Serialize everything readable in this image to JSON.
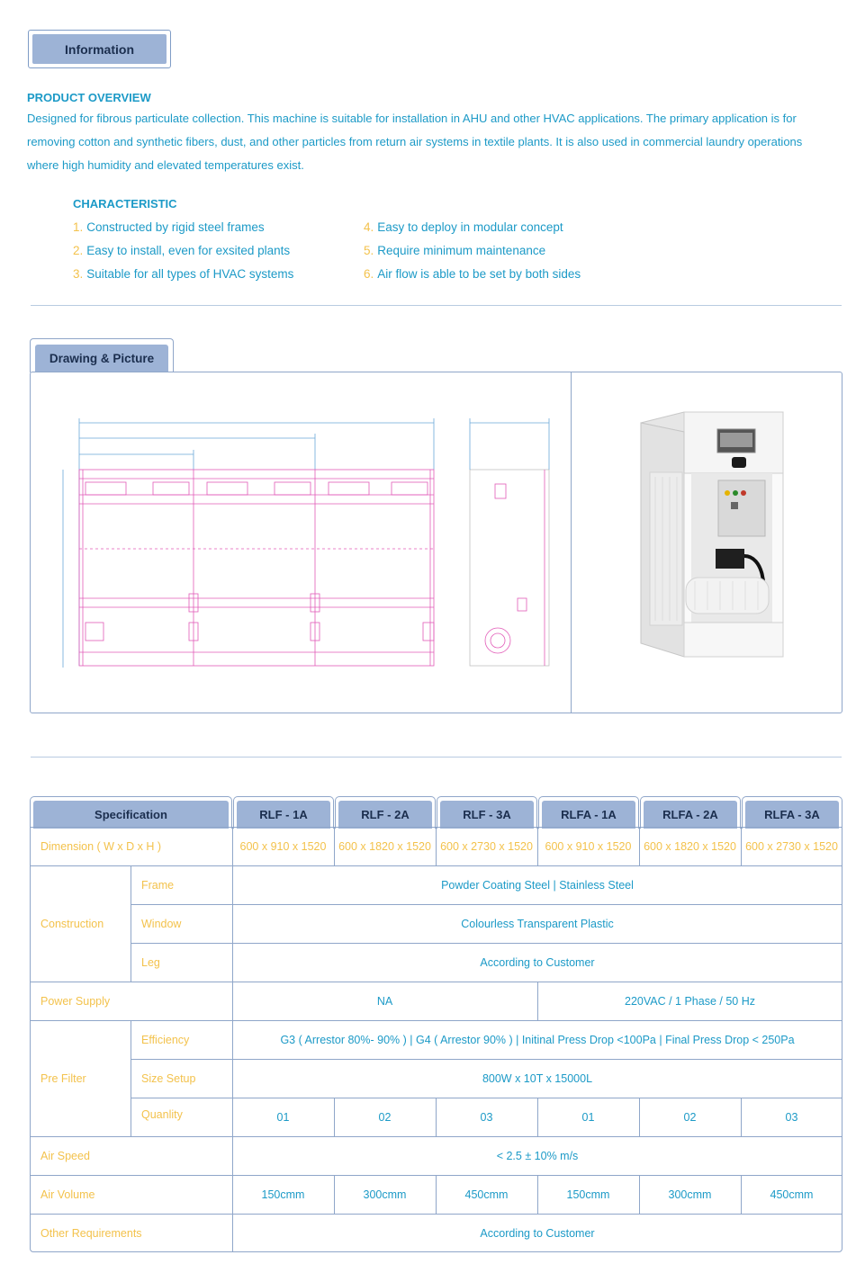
{
  "info_tab": "Information",
  "overview": {
    "title": "PRODUCT OVERVIEW",
    "lines": [
      "Designed for fibrous particulate collection. This machine is suitable for installation in AHU and other HVAC applications. The primary application is for",
      "removing cotton and synthetic fibers, dust, and other particles from return air systems in textile plants. It is also used in commercial laundry operations",
      "where high humidity and elevated temperatures exist."
    ]
  },
  "characteristic": {
    "title": "CHARACTERISTIC",
    "left": [
      {
        "num": "1.",
        "text": "Constructed by rigid steel frames"
      },
      {
        "num": "2.",
        "text": "Easy to install, even for exsited plants"
      },
      {
        "num": "3.",
        "text": "Suitable for all types of HVAC systems"
      }
    ],
    "right": [
      {
        "num": "4.",
        "text": "Easy to deploy in modular concept"
      },
      {
        "num": "5.",
        "text": "Require minimum maintenance"
      },
      {
        "num": "6.",
        "text": "Air flow is able to be set by both sides"
      }
    ]
  },
  "drawing_tab": "Drawing & Picture",
  "spec": {
    "header": "Specification",
    "models": [
      "RLF - 1A",
      "RLF - 2A",
      "RLF - 3A",
      "RLFA - 1A",
      "RLFA - 2A",
      "RLFA - 3A"
    ],
    "dimension_label": "Dimension ( W x D x H )",
    "dimensions": [
      "600 x 910 x 1520",
      "600 x 1820 x 1520",
      "600 x 2730 x 1520",
      "600 x 910 x 1520",
      "600 x 1820 x 1520",
      "600 x 2730 x 1520"
    ],
    "construction_label": "Construction",
    "frame_label": "Frame",
    "frame_value": "Powder Coating Steel | Stainless Steel",
    "window_label": "Window",
    "window_value": "Colourless Transparent Plastic",
    "leg_label": "Leg",
    "leg_value": "According to Customer",
    "power_label": "Power Supply",
    "power_rlf": "NA",
    "power_rlfa": "220VAC / 1 Phase / 50 Hz",
    "prefilter_label": "Pre Filter",
    "efficiency_label": "Efficiency",
    "efficiency_value": "G3 ( Arrestor 80%- 90% ) | G4 ( Arrestor 90% ) | Initinal Press Drop <100Pa | Final Press Drop < 250Pa",
    "size_label": "Size Setup",
    "size_value": "800W x 10T x 15000L",
    "quantity_label": "Quanlity",
    "quantities": [
      "01",
      "02",
      "03",
      "01",
      "02",
      "03"
    ],
    "airspeed_label": "Air Speed",
    "airspeed_value": "< 2.5 ± 10% m/s",
    "airvolume_label": "Air Volume",
    "airvolumes": [
      "150cmm",
      "300cmm",
      "450cmm",
      "150cmm",
      "300cmm",
      "450cmm"
    ],
    "other_label": "Other Requirements",
    "other_value": "According to Customer"
  },
  "colors": {
    "text_blue": "#1c9ac7",
    "label_yellow": "#f3c24c",
    "tab_fill": "#9db3d6",
    "border": "#8fa6c9",
    "drawing_pink": "#e25bb8"
  }
}
